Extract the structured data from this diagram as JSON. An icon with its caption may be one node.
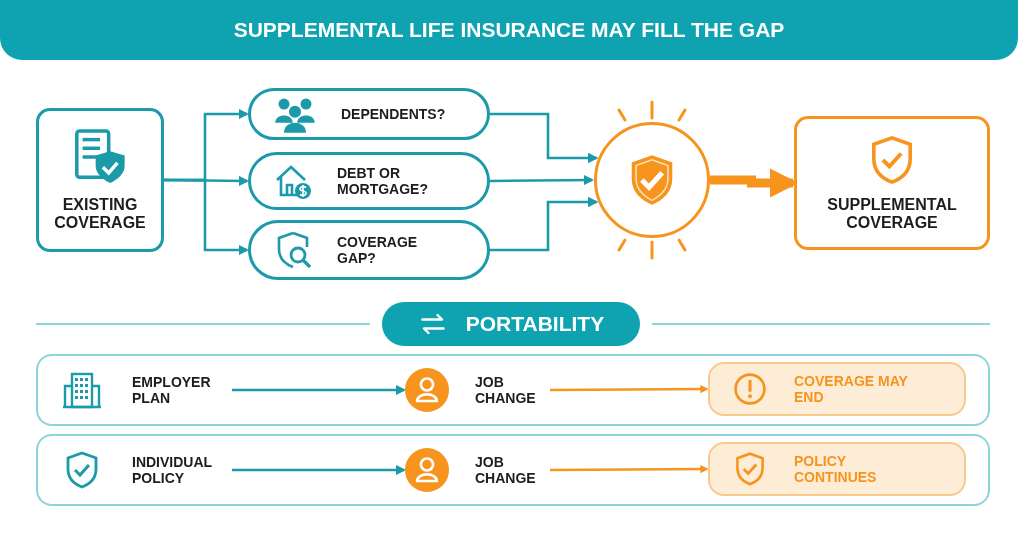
{
  "diagram": {
    "title": "SUPPLEMENTAL LIFE INSURANCE MAY FILL THE GAP",
    "nodes": [
      {
        "text": [
          "EXISTING COVERAGE"
        ]
      },
      {
        "text": [
          "DEPENDENTS?"
        ]
      },
      {
        "text": [
          "DEBT OR MORTGAGE?"
        ]
      },
      {
        "text": [
          "COVERAGE GAP?"
        ]
      },
      {
        "text": [],
        "shape": "circle"
      },
      {
        "text": [
          "SUPPLEMENTAL COVERAGE"
        ]
      },
      {
        "text": [
          "PORTABILITY"
        ]
      },
      {
        "text": [],
        "shape": "box"
      },
      {
        "text": [
          "EMPLOYER PLAN"
        ],
        "in": 7
      },
      {
        "text": [
          "JOB CHANGE"
        ],
        "in": 7
      },
      {
        "text": [
          "COVERAGE MAY END"
        ],
        "in": 7
      },
      {
        "text": [],
        "shape": "box"
      },
      {
        "text": [
          "INDIVIDUAL POLICY"
        ],
        "in": 11
      },
      {
        "text": [
          "JOB CHANGE"
        ],
        "in": 11
      },
      {
        "text": [
          "POLICY CONTINUES"
        ],
        "in": 11
      }
    ],
    "edges": [
      {
        "from": 0,
        "to": 1,
        "arrow": "to"
      },
      {
        "from": 0,
        "to": 2,
        "arrow": "to"
      },
      {
        "from": 0,
        "to": 3,
        "arrow": "to"
      },
      {
        "from": 1,
        "to": 4,
        "arrow": "to"
      },
      {
        "from": 2,
        "to": 4,
        "arrow": "to"
      },
      {
        "from": 3,
        "to": 4,
        "arrow": "to"
      },
      {
        "from": 4,
        "to": 5,
        "arrow": "to",
        "style": "thick",
        "color": "#f7941d"
      },
      {
        "from": 8,
        "to": 9,
        "arrow": "to"
      },
      {
        "from": 9,
        "to": 10,
        "arrow": "to",
        "color": "#f7941d"
      },
      {
        "from": 12,
        "to": 13,
        "arrow": "to"
      },
      {
        "from": 13,
        "to": 14,
        "arrow": "to",
        "color": "#f7941d"
      }
    ]
  }
}
